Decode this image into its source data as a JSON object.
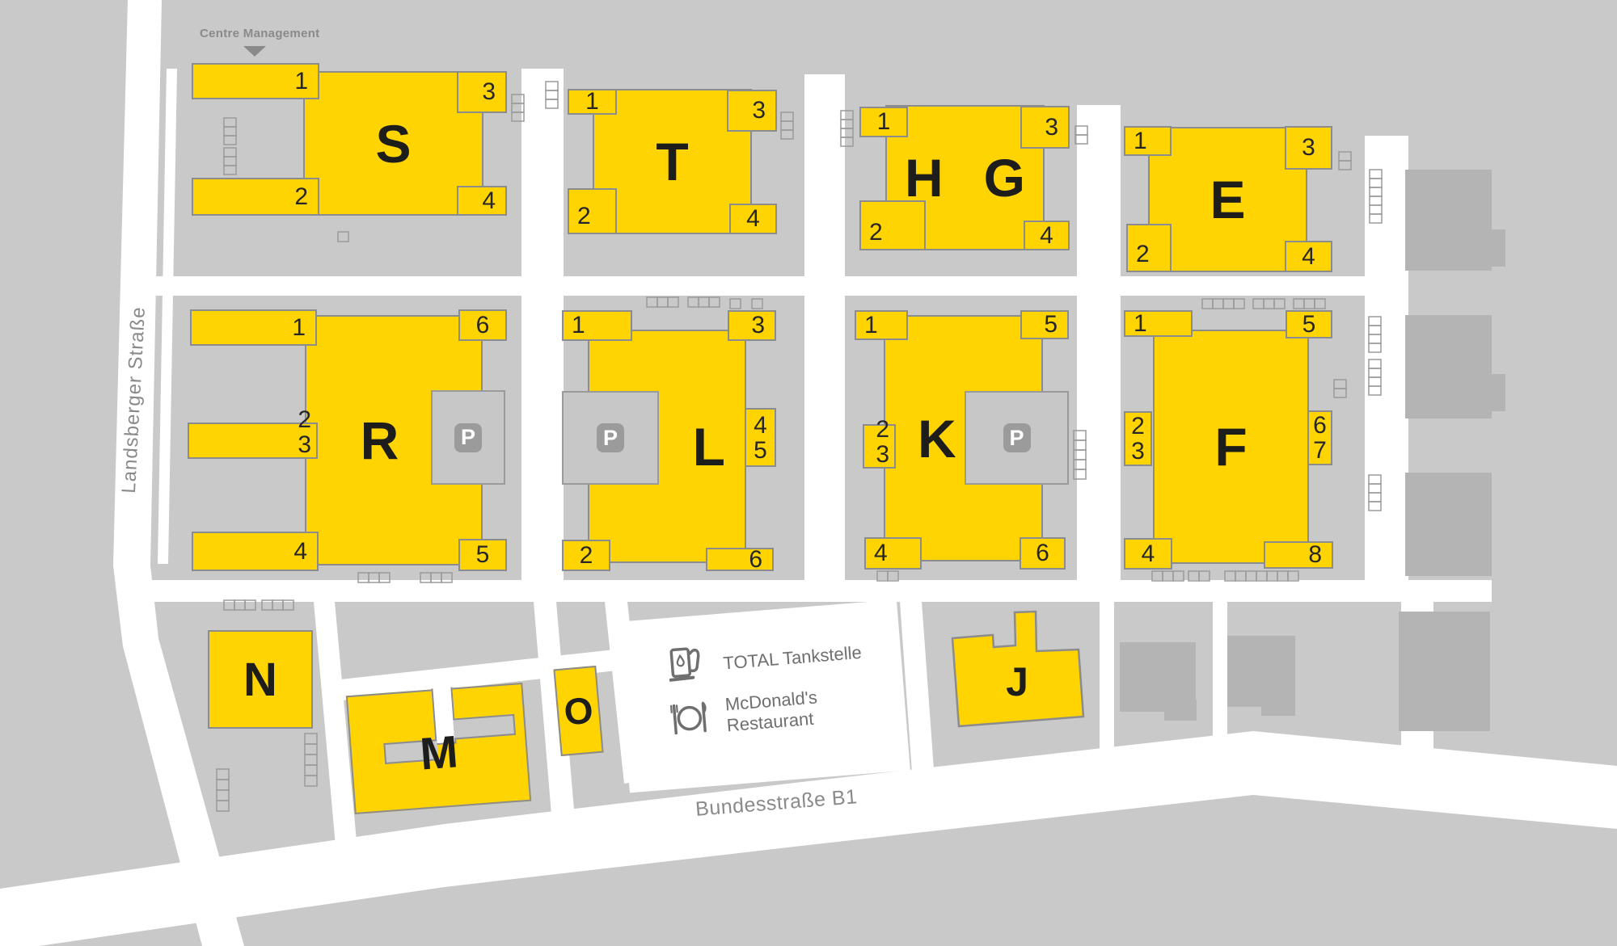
{
  "labels": {
    "centre_management": "Centre Management",
    "street_left": "Landsberger Straße",
    "street_bottom": "Bundesstraße B1"
  },
  "legend": {
    "items": [
      {
        "icon": "fuel-pump-icon",
        "label": "TOTAL Tankstelle"
      },
      {
        "icon": "restaurant-icon",
        "label": "McDonald's Restaurant"
      }
    ]
  },
  "parking": {
    "symbol": "P"
  },
  "buildings": {
    "S": {
      "label": "S",
      "units": [
        "1",
        "2",
        "3",
        "4"
      ]
    },
    "T": {
      "label": "T",
      "units": [
        "1",
        "2",
        "3",
        "4"
      ]
    },
    "HG": {
      "label_left": "H",
      "label_right": "G",
      "units": [
        "1",
        "2",
        "3",
        "4"
      ]
    },
    "E": {
      "label": "E",
      "units": [
        "1",
        "2",
        "3",
        "4"
      ]
    },
    "R": {
      "label": "R",
      "units": [
        "1",
        "2",
        "3",
        "4",
        "5",
        "6"
      ]
    },
    "L": {
      "label": "L",
      "units": [
        "1",
        "2",
        "3",
        "4",
        "5",
        "6"
      ]
    },
    "K": {
      "label": "K",
      "units": [
        "1",
        "2",
        "3",
        "4",
        "5",
        "6"
      ]
    },
    "F": {
      "label": "F",
      "units": [
        "1",
        "2",
        "3",
        "4",
        "5",
        "6",
        "7",
        "8"
      ]
    },
    "N": {
      "label": "N"
    },
    "M": {
      "label": "M"
    },
    "O": {
      "label": "O"
    },
    "J": {
      "label": "J"
    }
  },
  "colors": {
    "building_fill": "#FFD400",
    "building_border": "#8C8C8C",
    "background": "#C9C9C9",
    "road": "#FFFFFF",
    "neighbor_building": "#B4B4B4",
    "label_gray": "#8A8A8A"
  }
}
